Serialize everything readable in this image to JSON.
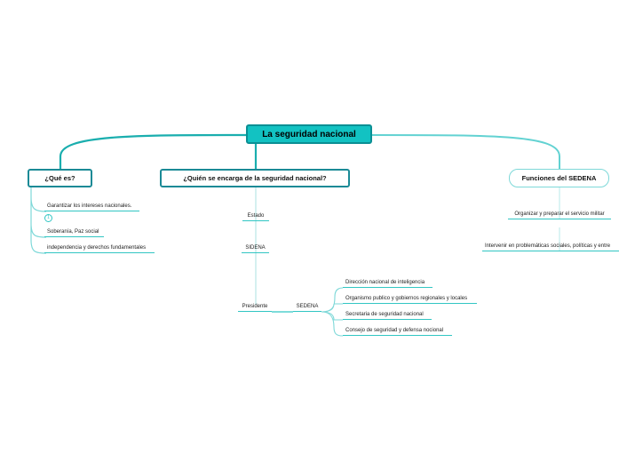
{
  "root": {
    "title": "La seguridad nacional"
  },
  "branches": {
    "que_es": {
      "title": "¿Qué es?",
      "badge": "1",
      "items": [
        "Garantizar los intereses nacionales.",
        "Soberanía, Paz social",
        "independencia y derechos fundamentales"
      ]
    },
    "quien": {
      "title": "¿Quién se encarga de la seguridad nacional?",
      "items": [
        "Estado",
        "SIDENA",
        "Presidente"
      ],
      "sub": {
        "label": "SEDENA",
        "items": [
          "Dirección nacional de inteligencia",
          "Organismo publico y gobiernos regionales y locales",
          "Secretaria de seguridad nacional",
          "Consejo de seguridad y defensa nocional"
        ]
      }
    },
    "funciones": {
      "title": "Funciones del SEDENA",
      "items": [
        "Organizar y preparar el servicio militar",
        "Intervenir en problemáticas sociales, políticas y entre"
      ]
    }
  },
  "colors": {
    "root_fill": "#12c2c2",
    "branch_border": "#1b8a96",
    "link": "#32c6c3",
    "soft_link": "#a8e6e6"
  }
}
